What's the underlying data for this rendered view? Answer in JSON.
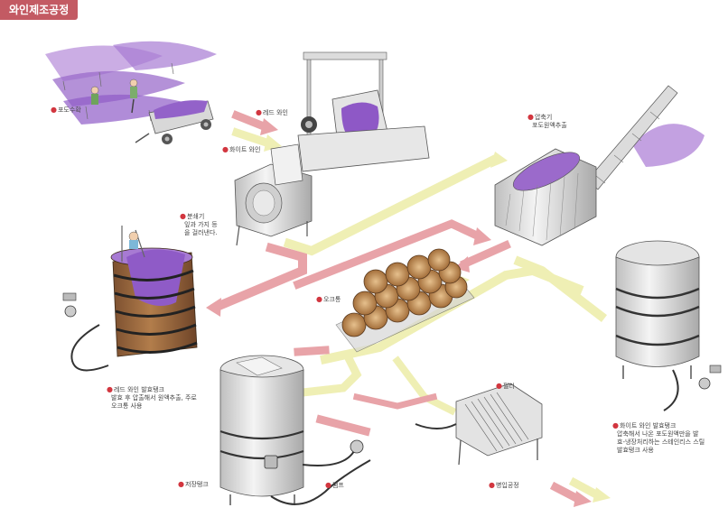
{
  "title": "와인제조공정",
  "colors": {
    "title_bg": "#c35a63",
    "red_arrow": "#e8a3a8",
    "yellow_arrow": "#efefb4",
    "grape": "#8f5bc7",
    "wood": "#9c6a3e",
    "steel": "#d9d9d9"
  },
  "labels": {
    "harvest": "포도수확",
    "red_wine": "레드 와인",
    "white_wine": "화이트 와인",
    "crusher_title": "분쇄기",
    "crusher_desc1": "잎과 가지 등",
    "crusher_desc2": "을 걸러낸다.",
    "press_title": "압축기",
    "press_desc": "포도원액추출",
    "oak": "오크통",
    "red_tank_title": "레드 와인 발효탱크",
    "red_tank_desc1": "발효 후 압출해서 원액추출, 주로",
    "red_tank_desc2": "오크통 사용",
    "white_tank_title": "화이트 와인 발효탱크",
    "white_tank_desc1": "압축해서 나온 포도원액만을 발",
    "white_tank_desc2": "효-냉장처리하는 스테인리스 스틸",
    "white_tank_desc3": "발효탱크 사용",
    "filter": "필터",
    "storage": "저장탱크",
    "pump": "펌프",
    "bottling": "병입공정"
  }
}
